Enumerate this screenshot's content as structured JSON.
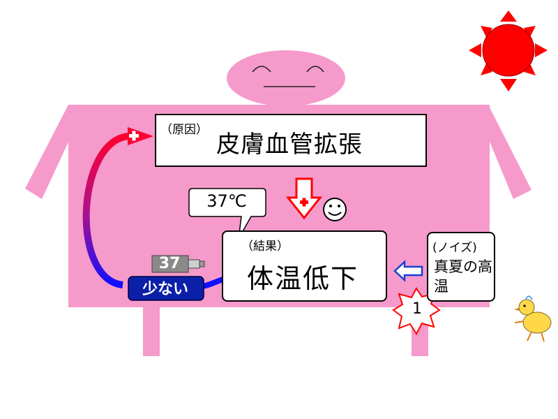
{
  "cause": {
    "tag": "（原因）",
    "text": "皮膚血管拡張"
  },
  "result": {
    "tag": "（結果）",
    "text": "体温低下"
  },
  "noise": {
    "tag": "(ノイズ)",
    "text": "真夏の高温"
  },
  "temperature_bubble": "37℃",
  "thermometer_value": "37",
  "feedback_label": "少ない",
  "star_number": "1",
  "colors": {
    "body_pink": "#f59acb",
    "sun_red": "#ff0000",
    "arrow_red": "#ff0000",
    "arrow_blue": "#0000ff",
    "label_navy": "#0b1fa8",
    "thermometer_gray": "#8a8a8a"
  }
}
